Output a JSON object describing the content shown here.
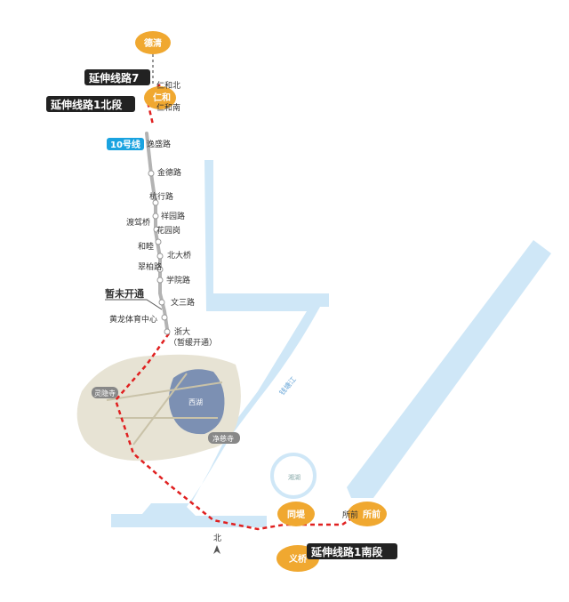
{
  "colors": {
    "river": "#cfe7f7",
    "line10": "#b3b3b3",
    "extension": "#e02020",
    "hub": "#f0a830",
    "tag": "#222222",
    "line10_badge": "#1aa3e0",
    "scenic_area": "#e7e3d4",
    "lake": "#7c90b3"
  },
  "hubs": {
    "deqing": "德清",
    "renhe": "仁和",
    "tongti": "同堤",
    "suoqian": "所前",
    "yiqiao": "义桥"
  },
  "tags": {
    "ext7": "延伸线路7",
    "ext1_north": "延伸线路1北段",
    "ext1_south": "延伸线路1南段",
    "not_open": "暂未开通",
    "line10": "10号线"
  },
  "stations": {
    "renhe_north": "仁和北",
    "renhe_south": "仁和南",
    "yisheng_rd": "逸盛路",
    "jinde_rd": "金德路",
    "hangxing_rd": "杭行路",
    "xiangyuan_rd": "祥园路",
    "dujiaqiao": "渡驾桥",
    "huayuangang": "花园岗",
    "hemu": "和睦",
    "beidaqiao": "北大桥",
    "cuibai_rd": "翠柏路",
    "xueyuan_rd": "学院路",
    "wensan_rd": "文三路",
    "huanglong": "黄龙体育中心",
    "zheda": "浙大",
    "zheda_note": "（暂缓开通）",
    "suoqian_station": "所前"
  },
  "landmarks": {
    "lingyin": "灵隐寺",
    "jingci": "净慈寺",
    "xihu": "西湖",
    "qiantang": "钱塘江",
    "xianghu": "湘湖",
    "north": "北"
  }
}
